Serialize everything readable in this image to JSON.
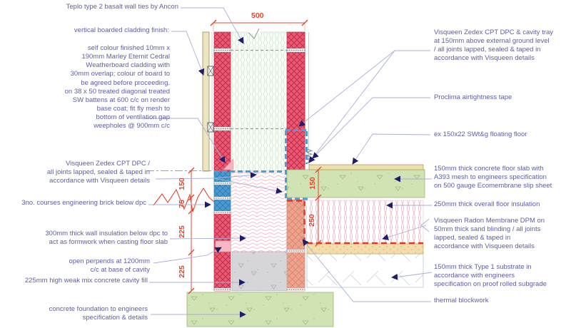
{
  "drawing": {
    "title": "wall / floor / foundation construction detail",
    "left_labels": [
      {
        "id": "teplo",
        "text": "Teplo type 2 basalt wall ties by Ancon"
      },
      {
        "id": "cladfinish",
        "text": "vertical boarded cladding finish:"
      },
      {
        "id": "cladspec",
        "text": "self colour finished 10mm x\n190mm Marley Eternit Cedral\nWeatherboard cladding with\n30mm overlap; colour of board to\nbe agreed before proceeding.\non 38 x 50 treated diagonal treated\nSW battens at 600 c/c on render\nbase coat; fit fly mesh to\nbottom of ventilation gap\nweepholes @ 900mm c/c"
      },
      {
        "id": "dpcleft",
        "text": "Visqueen Zedex CPT DPC /\nall joints lapped, sealed  & taped in\naccordance with Visqueen details"
      },
      {
        "id": "engbrick",
        "text": "3no. courses engineering brick below dpc"
      },
      {
        "id": "wallins",
        "text": "300mm thick wall insulation below dpc to\nact as formwork when casting floor slab"
      },
      {
        "id": "perpends",
        "text": "open perpends at 1200mm\nc/c at base of cavity"
      },
      {
        "id": "weakmix",
        "text": "225mm high weak mix concrete cavity fill"
      },
      {
        "id": "foundation",
        "text": "concrete foundation to engineers\nspecification & details"
      }
    ],
    "right_labels": [
      {
        "id": "cavitytray",
        "text": "Visqueen Zedex CPT DPC & cavity tray\nat 150mm above external ground level\n/ all joints lapped, sealed  & taped in\naccordance with Visqueen details"
      },
      {
        "id": "proclima",
        "text": "Proclima airtightness tape"
      },
      {
        "id": "floatfloor",
        "text": "ex 150x22 SWt&g floating floor"
      },
      {
        "id": "slab",
        "text": "150mm thick concrete floor slab with\nA393 mesh to engineers specification\non 500 gauge Ecomembrane slip sheet"
      },
      {
        "id": "floorins",
        "text": "250mm thick overall floor insulation"
      },
      {
        "id": "radon",
        "text": "Visqueen Radon Membrane DPM on\n50mm thick sand blinding / all joints\nlapped, sealed  & taped in\naccordance with Visqueen details"
      },
      {
        "id": "substrate",
        "text": "150mm thick Type 1 substrate in\naccordance with engineers\nspecification on proof rolled subgrade"
      },
      {
        "id": "thermal",
        "text": "thermal blockwork"
      }
    ],
    "dimensions": {
      "wall_width": "500",
      "left": [
        "150",
        "75",
        "225",
        "225"
      ],
      "slab_thickness": "150",
      "floor_buildup": "250"
    },
    "colors": {
      "label_text": "#5d5dab",
      "dimension_red": "#e2472e",
      "leader_line": "#a9aed6",
      "arrowhead": "#1f1c6b",
      "brick_red": "#eb5a72",
      "engineering_brick_blue": "#4a9bd0",
      "thermal_block_salmon": "#f2a28c",
      "dpc_tray_blue": "#46a0dc",
      "radon_dpm_red": "#e23822",
      "concrete_green": "#d0e3b4",
      "cavity_fill_grey": "#d6d6d8",
      "insulation_pink": "#f0b3c3",
      "sand_blinding_tan": "#f3ddad",
      "cladding_board_tan": "#ece5c3"
    }
  }
}
